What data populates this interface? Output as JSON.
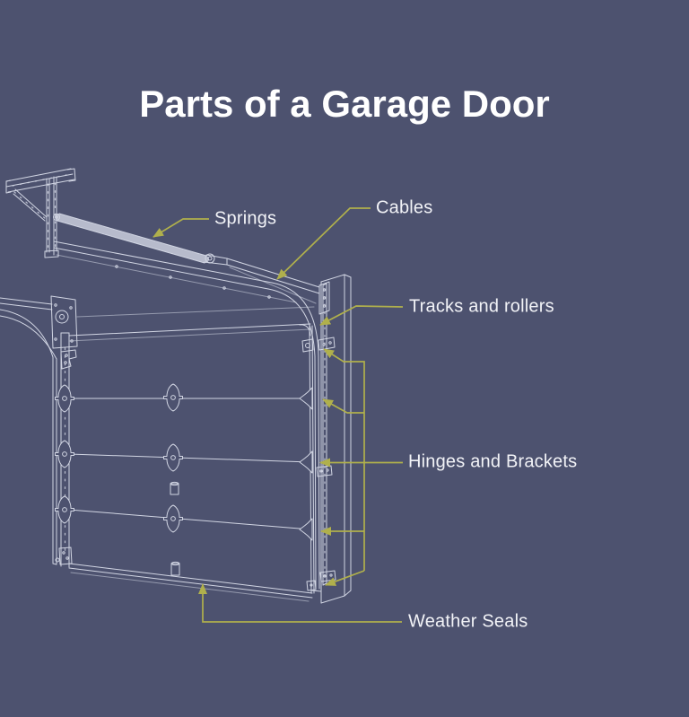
{
  "title": "Parts of a Garage Door",
  "labels": {
    "springs": "Springs",
    "cables": "Cables",
    "tracks": "Tracks and rollers",
    "hinges": "Hinges and Brackets",
    "weather": "Weather Seals"
  },
  "colors": {
    "background": "#4d526f",
    "line_art": "#dde1ed",
    "leader_lines": "#b0b04c",
    "title_text": "#ffffff",
    "label_text": "#f2f3f7"
  },
  "diagram": {
    "type": "labeled-line-illustration",
    "subject": "Isometric line drawing of a sectional garage door with springs, cables, tracks, hinges, brackets and weather seals called out"
  }
}
